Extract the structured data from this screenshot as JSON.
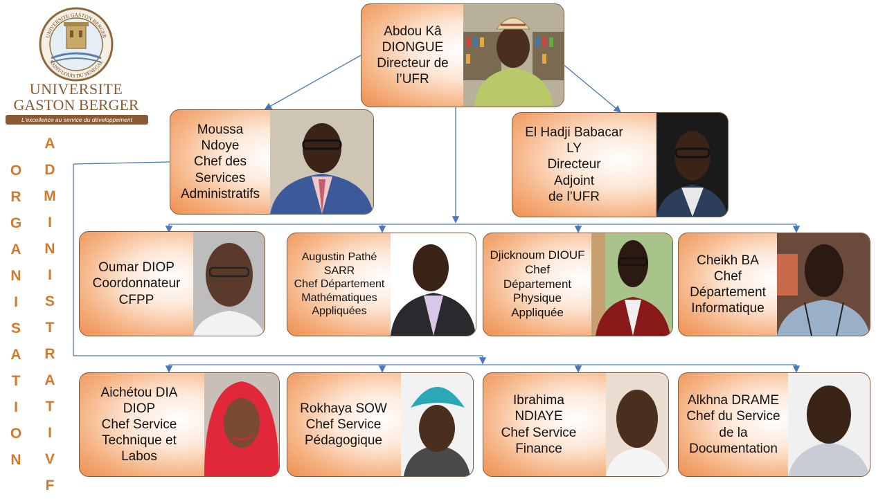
{
  "logo": {
    "icon": "university-seal-icon",
    "seal_text_top": "UNIVERSITE GASTON BERGER",
    "seal_text_bottom": "SAINT-LOUIS DU SENEGAL",
    "line1": "UNIVERSITE",
    "line2": "GASTON BERGER",
    "tagline": "L'excellence au service du développement"
  },
  "vertical_title": {
    "word1": [
      "O",
      "R",
      "G",
      "A",
      "N",
      "I",
      "S",
      "A",
      "T",
      "I",
      "O",
      "N"
    ],
    "word2": [
      "A",
      "D",
      "M",
      "I",
      "N",
      "I",
      "S",
      "T",
      "R",
      "A",
      "T",
      "I",
      "V",
      "F"
    ]
  },
  "colors": {
    "title": "#d4782b",
    "connector": "#4a77b8",
    "box_edge": "#ee8f50"
  },
  "director": {
    "lines": [
      "Abdou Kâ",
      "DIONGUE",
      "Directeur de",
      "l’UFR"
    ]
  },
  "admin_chief": {
    "lines": [
      "Moussa",
      "Ndoye",
      "Chef des",
      "Services",
      "Administratifs"
    ]
  },
  "deputy": {
    "lines": [
      "El Hadji Babacar",
      "LY",
      "Directeur",
      "Adjoint",
      "de l’UFR"
    ]
  },
  "row3": [
    {
      "lines": [
        "Oumar DIOP",
        "Coordonnateur",
        "CFPP"
      ]
    },
    {
      "lines": [
        "Augustin Pathé",
        "SARR",
        "Chef Département",
        "Mathématiques",
        "Appliquées"
      ]
    },
    {
      "lines": [
        "Djicknoum DIOUF",
        "Chef",
        "Département",
        "Physique",
        "Appliquée"
      ]
    },
    {
      "lines": [
        "Cheikh BA",
        "Chef",
        "Département",
        "Informatique"
      ]
    }
  ],
  "row4": [
    {
      "lines": [
        "Aichétou DIA",
        "DIOP",
        "Chef Service",
        "Technique et",
        "Labos"
      ]
    },
    {
      "lines": [
        "Rokhaya SOW",
        "Chef Service",
        "Pédagogique"
      ]
    },
    {
      "lines": [
        "Ibrahima",
        "NDIAYE",
        "Chef Service",
        "Finance"
      ]
    },
    {
      "lines": [
        "Alkhna DRAME",
        "Chef du Service",
        "de la",
        "Documentation"
      ]
    }
  ]
}
